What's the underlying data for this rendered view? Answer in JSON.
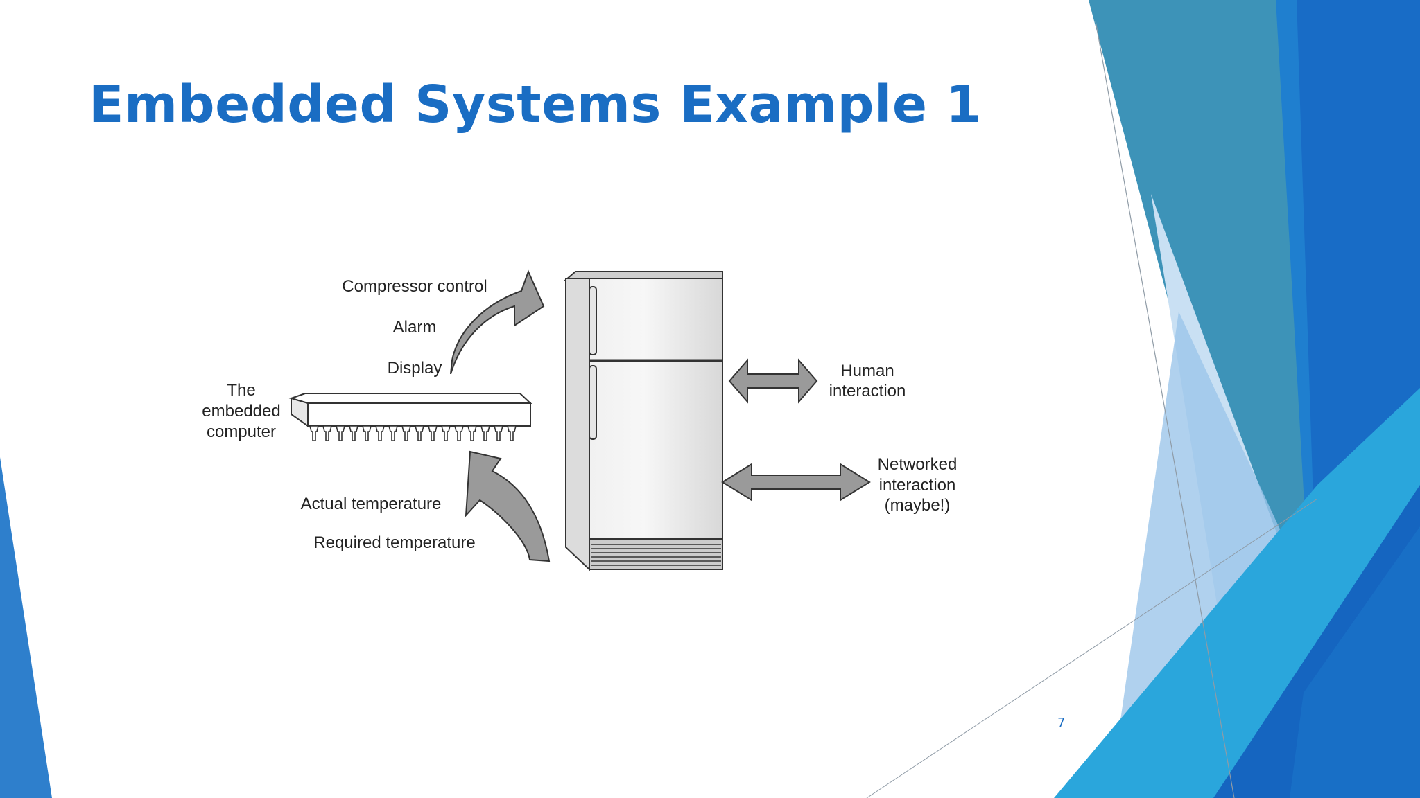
{
  "slide": {
    "title": "Embedded Systems Example 1",
    "page_number": "7"
  },
  "diagram": {
    "computer_label": [
      "The",
      "embedded",
      "computer"
    ],
    "outputs": [
      "Compressor control",
      "Alarm",
      "Display"
    ],
    "inputs": [
      "Actual temperature",
      "Required temperature"
    ],
    "human_interaction": [
      "Human",
      "interaction"
    ],
    "networked_interaction": [
      "Networked",
      "interaction",
      "(maybe!)"
    ]
  },
  "colors": {
    "title": "#1a6dc3",
    "accent_dark": "#1565c0",
    "accent_teal": "#3d93b8",
    "accent_light": "#b9d6f0",
    "accent_cyan": "#2aa6dc",
    "arrow_fill": "#9a9a9a"
  }
}
